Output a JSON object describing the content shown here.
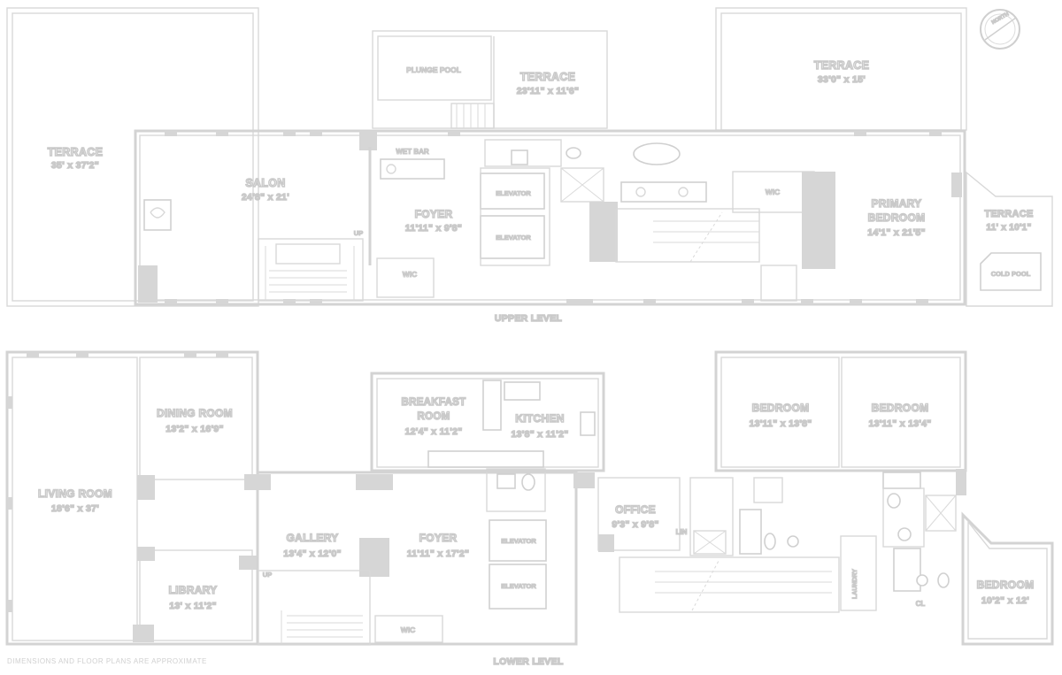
{
  "compass": {
    "label": "NORTH"
  },
  "upper": {
    "level_label": "UPPER LEVEL",
    "rooms": {
      "terrace_west": {
        "name": "TERRACE",
        "dims": "35' x 37'2\""
      },
      "terrace_mid": {
        "name": "TERRACE",
        "dims": "23'11\" x 11'6\""
      },
      "terrace_east": {
        "name": "TERRACE",
        "dims": "33'0\" x 15'"
      },
      "terrace_small": {
        "name": "TERRACE",
        "dims": "11' x 10'1\""
      },
      "salon": {
        "name": "SALON",
        "dims": "24'8\" x 21'"
      },
      "foyer": {
        "name": "FOYER",
        "dims": "11'11\" x 9'8\""
      },
      "primary_bedroom": {
        "name": "PRIMARY",
        "name2": "BEDROOM",
        "dims": "14'1\" x 21'5\""
      },
      "wet_bar": {
        "name": "WET BAR"
      },
      "plunge_pool": {
        "name": "PLUNGE POOL"
      },
      "wic_salon": {
        "name": "WIC"
      },
      "wic_primary": {
        "name": "WIC"
      },
      "elevator1": {
        "name": "ELEVATOR"
      },
      "elevator2": {
        "name": "ELEVATOR"
      },
      "cold_pool": {
        "name": "COLD POOL"
      },
      "up_marker": {
        "name": "UP"
      }
    }
  },
  "lower": {
    "level_label": "LOWER LEVEL",
    "disclaimer": "DIMENSIONS AND FLOOR PLANS ARE APPROXIMATE",
    "rooms": {
      "living_room": {
        "name": "LIVING ROOM",
        "dims": "18'6\" x 37'"
      },
      "dining_room": {
        "name": "DINING ROOM",
        "dims": "13'2\" x 16'9\""
      },
      "library": {
        "name": "LIBRARY",
        "dims": "13' x 11'2\""
      },
      "gallery": {
        "name": "GALLERY",
        "dims": "13'4\" x 12'0\""
      },
      "foyer": {
        "name": "FOYER",
        "dims": "11'11\" x 17'2\""
      },
      "breakfast_room": {
        "name": "BREAKFAST",
        "name2": "ROOM",
        "dims": "12'4\" x 11'2\""
      },
      "kitchen": {
        "name": "KITCHEN",
        "dims": "13'8\" x 11'2\""
      },
      "office": {
        "name": "OFFICE",
        "dims": "9'3\" x 9'8\""
      },
      "bedroom1": {
        "name": "BEDROOM",
        "dims": "13'11\" x 13'8\""
      },
      "bedroom2": {
        "name": "BEDROOM",
        "dims": "13'11\" x 13'4\""
      },
      "bedroom3": {
        "name": "BEDROOM",
        "dims": "10'2\" x 12'"
      },
      "wic": {
        "name": "WIC"
      },
      "elevator1": {
        "name": "ELEVATOR"
      },
      "elevator2": {
        "name": "ELEVATOR"
      },
      "lin": {
        "name": "LIN"
      },
      "cl": {
        "name": "CL"
      },
      "laundry": {
        "name": "LAUNDRY"
      },
      "up_marker": {
        "name": "UP"
      }
    }
  }
}
